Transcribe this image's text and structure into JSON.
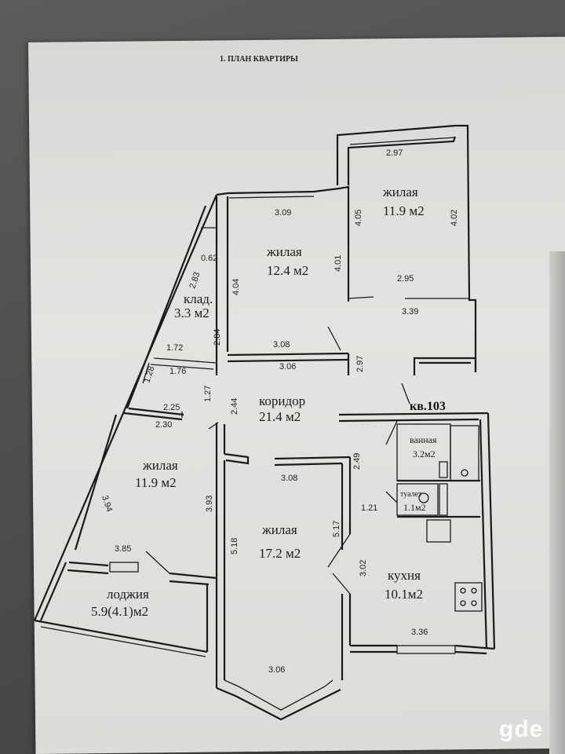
{
  "document": {
    "title": "1. ПЛАН КВАРТИРЫ",
    "apartment_label": "кв.103",
    "watermark": "gde"
  },
  "rooms": {
    "living_a": {
      "name": "жилая",
      "area": "12.4 м2"
    },
    "living_b": {
      "name": "жилая",
      "area": "11.9 м2"
    },
    "storage": {
      "name": "клад.",
      "area": "3.3 м2"
    },
    "corridor": {
      "name": "коридор",
      "area": "21.4 м2"
    },
    "living_c": {
      "name": "жилая",
      "area": "11.9 м2"
    },
    "living_d": {
      "name": "жилая",
      "area": "17.2 м2"
    },
    "bathroom": {
      "name": "ванная",
      "area": "3.2м2"
    },
    "toilet": {
      "name": "туалет",
      "area": "1.1м2"
    },
    "kitchen": {
      "name": "кухня",
      "area": "10.1м2"
    },
    "loggia": {
      "name": "лоджия",
      "area": "5.9(4.1)м2"
    }
  },
  "dimensions": {
    "d_297_top": "2.97",
    "d_405": "4.05",
    "d_402": "4.02",
    "d_309": "3.09",
    "d_401": "4.01",
    "d_062": "0.62",
    "d_283": "2.83",
    "d_404": "4.04",
    "d_295": "2.95",
    "d_339": "3.39",
    "d_284": "2.84",
    "d_308_top": "3.08",
    "d_172": "1.72",
    "d_176": "1.76",
    "d_306_mid": "3.06",
    "d_297_mid": "2.97",
    "d_128": "1.28",
    "d_127": "1.27",
    "d_244": "2.44",
    "d_225": "2.25",
    "d_230": "2.30",
    "d_249": "2.49",
    "d_308_mid": "3.08",
    "d_394": "3.94",
    "d_393": "3.93",
    "d_121": "1.21",
    "d_517": "5.17",
    "d_518": "5.18",
    "d_385": "3.85",
    "d_302": "3.02",
    "d_336": "3.36",
    "d_306_bottom": "3.06"
  }
}
